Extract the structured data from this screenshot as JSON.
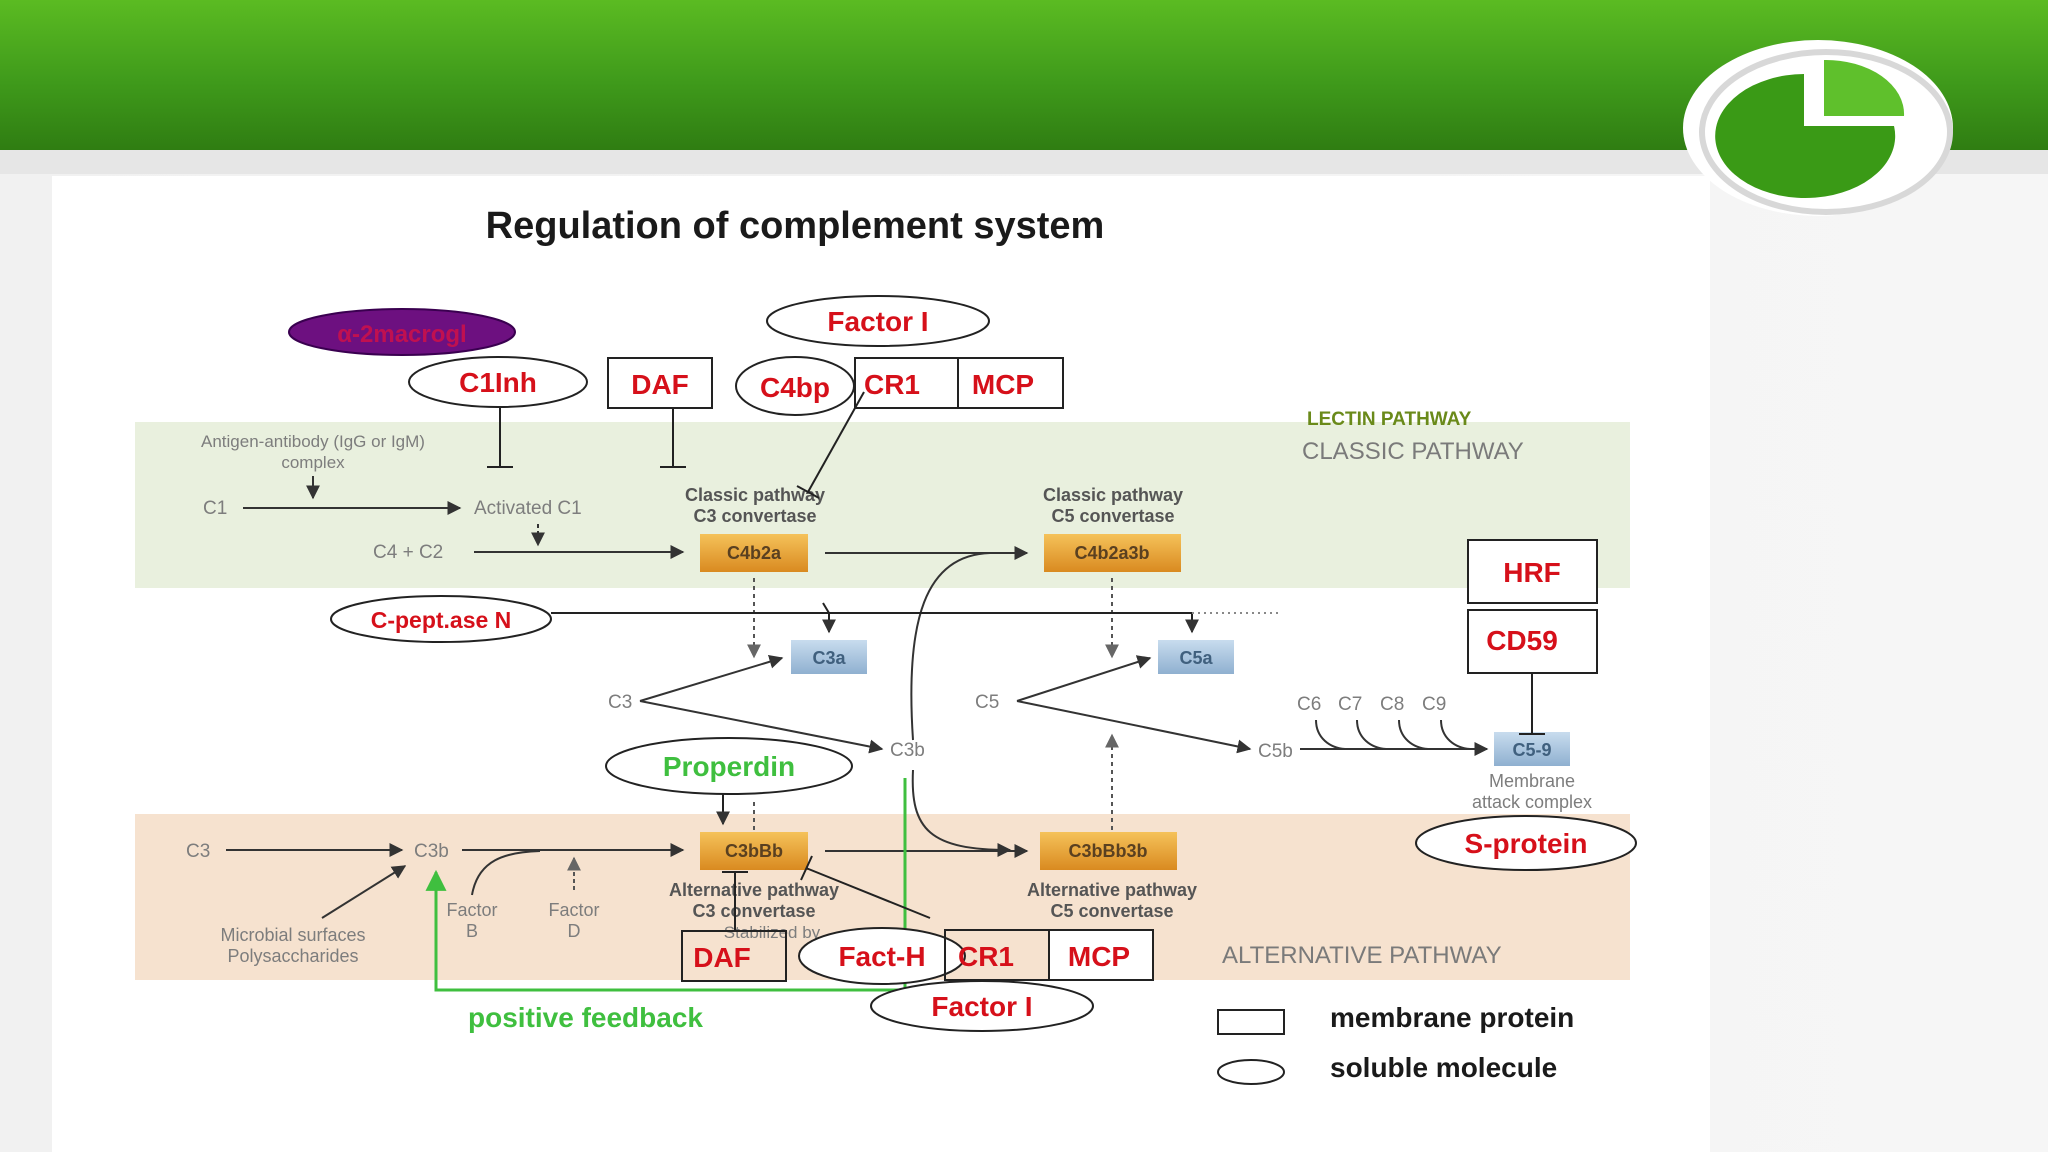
{
  "title": "Regulation of complement system",
  "pathways": {
    "lectin": "LECTIN PATHWAY",
    "classic": "CLASSIC PATHWAY",
    "alternative": "ALTERNATIVE PATHWAY"
  },
  "classic": {
    "antigen_line1": "Antigen-antibody (IgG or IgM)",
    "antigen_line2": "complex",
    "c1": "C1",
    "activated_c1": "Activated C1",
    "c4c2": "C4 + C2",
    "c3_conv_line1": "Classic pathway",
    "c3_conv_line2": "C3 convertase",
    "c4b2a": "C4b2a",
    "c5_conv_line1": "Classic pathway",
    "c5_conv_line2": "C5 convertase",
    "c4b2a3b": "C4b2a3b"
  },
  "middle": {
    "c3a": "C3a",
    "c5a": "C5a",
    "c3": "C3",
    "c5": "C5",
    "c3b": "C3b",
    "c5b": "C5b",
    "c6": "C6",
    "c7": "C7",
    "c8": "C8",
    "c9": "C9",
    "c59": "C5-9",
    "mac_line1": "Membrane",
    "mac_line2": "attack complex"
  },
  "alternative": {
    "c3": "C3",
    "c3b": "C3b",
    "factor_b_line1": "Factor",
    "factor_b_line2": "B",
    "factor_d_line1": "Factor",
    "factor_d_line2": "D",
    "microbial_line1": "Microbial surfaces",
    "microbial_line2": "Polysaccharides",
    "c3bbb": "C3bBb",
    "alt_c3_line1": "Alternative pathway",
    "alt_c3_line2": "C3 convertase",
    "stabilized": "Stabilized by",
    "c3bbb3b": "C3bBb3b",
    "alt_c5_line1": "Alternative pathway",
    "alt_c5_line2": "C5 convertase"
  },
  "regulators": {
    "a2macrogl": "α-2macrogl",
    "c1inh": "C1Inh",
    "daf_top": "DAF",
    "factor_i_top": "Factor I",
    "c4bp": "C4bp",
    "cr1_top": "CR1",
    "mcp_top": "MCP",
    "hrf": "HRF",
    "cd59": "CD59",
    "cpeptase": "C-pept.ase N",
    "properdin": "Properdin",
    "s_protein": "S-protein",
    "daf_bottom": "DAF",
    "fact_h": "Fact-H",
    "cr1_bottom": "CR1",
    "mcp_bottom": "MCP",
    "factor_i_bottom": "Factor I",
    "positive_feedback": "positive feedback"
  },
  "legend": {
    "membrane": "membrane protein",
    "soluble": "soluble molecule"
  },
  "colors": {
    "header_green": "#3f9a1b",
    "regulator_red": "#d6101a",
    "feedback_green": "#3fbf3f",
    "classic_band": "#e9f0de",
    "alternative_band": "#f6e2cf",
    "convertase_orange": "#e5a030",
    "fragment_blue": "#a9c4de",
    "macroglobulin_purple": "#6d1080"
  }
}
